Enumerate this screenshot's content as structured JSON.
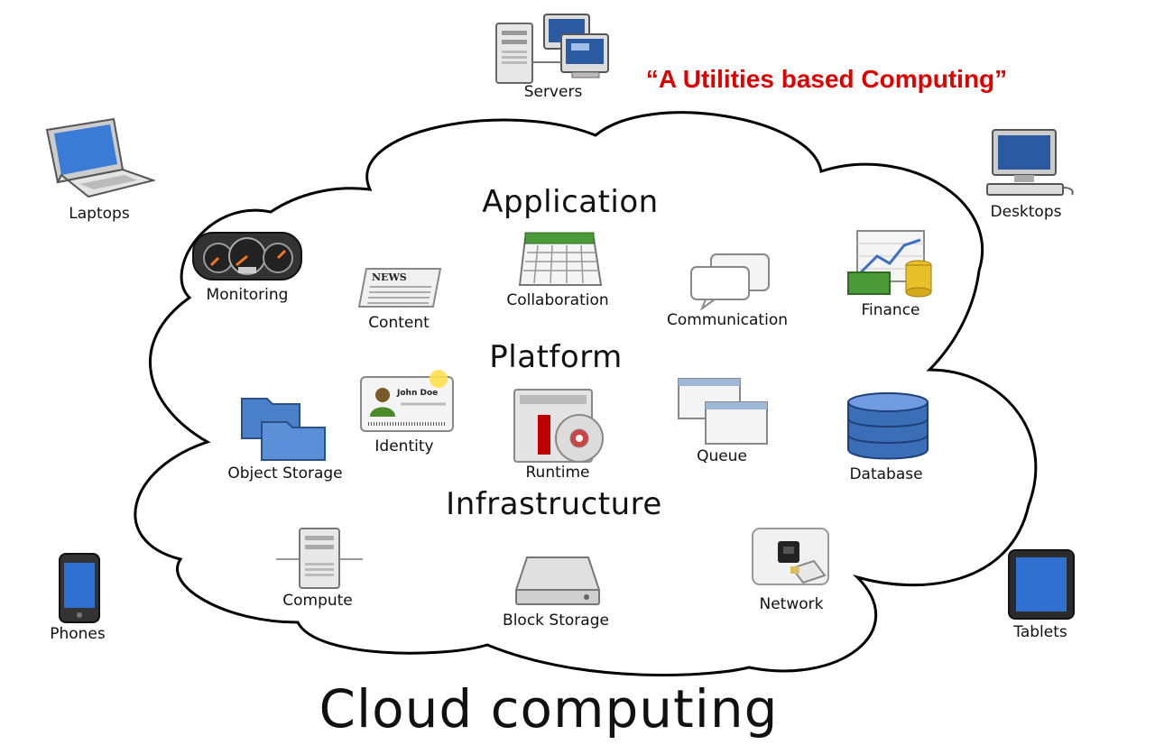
{
  "title": "Cloud computing",
  "tagline": "“A Utilities based Computing”",
  "tagline_color": "#e00000",
  "layers": {
    "application": "Application",
    "platform": "Platform",
    "infrastructure": "Infrastructure"
  },
  "application_items": {
    "monitoring": "Monitoring",
    "content": "Content",
    "collaboration": "Collaboration",
    "communication": "Communication",
    "finance": "Finance"
  },
  "platform_items": {
    "object_storage": "Object Storage",
    "identity": "Identity",
    "runtime": "Runtime",
    "queue": "Queue",
    "database": "Database"
  },
  "infrastructure_items": {
    "compute": "Compute",
    "block_storage": "Block Storage",
    "network": "Network"
  },
  "devices": {
    "servers": "Servers",
    "laptops": "Laptops",
    "desktops": "Desktops",
    "phones": "Phones",
    "tablets": "Tablets"
  },
  "icon_text": {
    "news": "NEWS",
    "id_name": "John Doe"
  },
  "icons": [
    "gauge-icon",
    "newspaper-icon",
    "calendar-icon",
    "speech-bubbles-icon",
    "finance-chart-icon",
    "folders-icon",
    "id-card-icon",
    "runtime-disc-icon",
    "queue-windows-icon",
    "database-icon",
    "server-tower-icon",
    "hard-drive-icon",
    "network-port-icon",
    "servers-icon",
    "laptop-icon",
    "desktop-icon",
    "phone-icon",
    "tablet-icon"
  ]
}
